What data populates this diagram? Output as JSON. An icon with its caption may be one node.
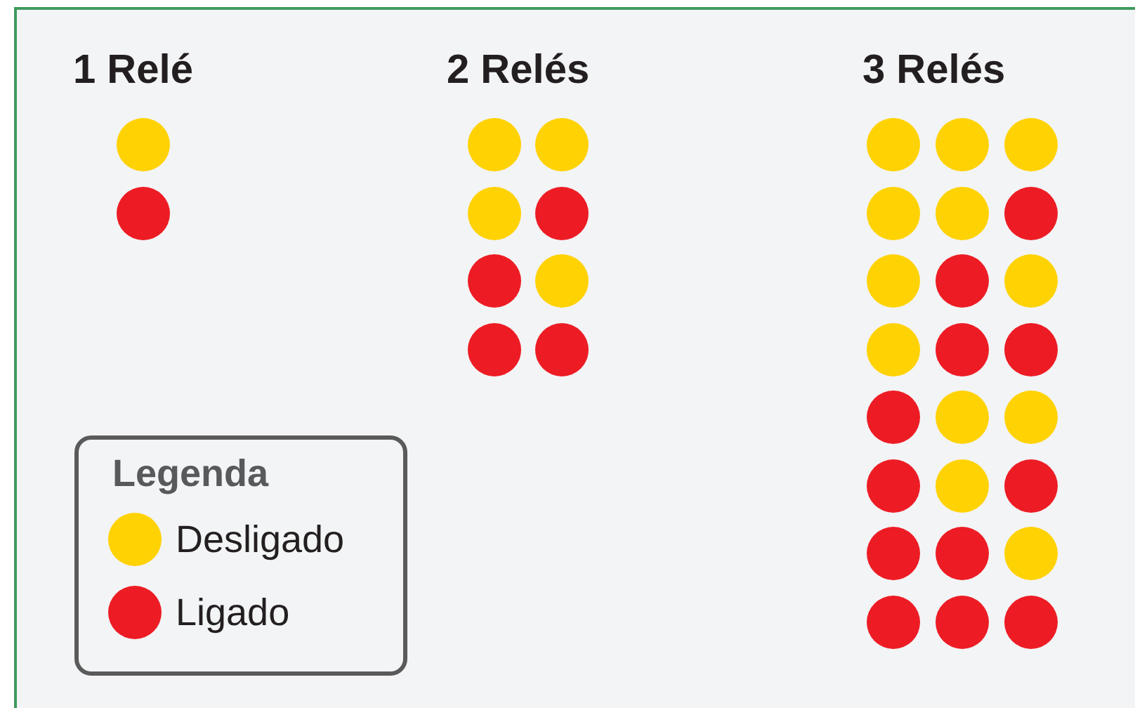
{
  "diagram": {
    "labels": [
      "1 Relé",
      "2 Relés",
      "3 Relés",
      "Legenda"
    ],
    "legend": [
      {
        "text": "Desligado",
        "color": "#ffd204"
      },
      {
        "text": "Ligado",
        "color": "#ed1c24"
      }
    ]
  }
}
